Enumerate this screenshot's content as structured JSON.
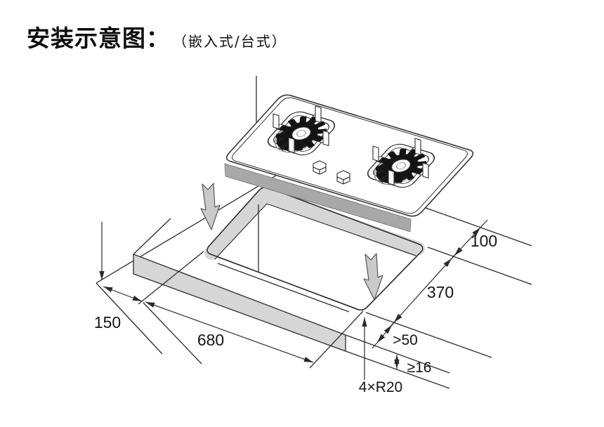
{
  "header": {
    "title": "安装示意图：",
    "subtitle": "（嵌入式/台式）"
  },
  "diagram": {
    "type": "cooktop-installation-cutout-diagram",
    "labels": {
      "side_offset": "150",
      "cutout_length": "680",
      "edge_overhang": "100",
      "cutout_width": "370",
      "front_clearance": ">50",
      "min_thickness": "≥16",
      "corner_radius": "4×R20"
    },
    "icons": {
      "install_direction": "thick-down-arrow-icon",
      "burner": "gear-burner-icon",
      "knob": "control-knob-icon"
    },
    "colors": {
      "line": "#2b2b2b",
      "cut_band": "#d6d6d6",
      "install_arrow": "#cacaca",
      "cooktop_body_shadow": "#a8a8a8"
    }
  }
}
